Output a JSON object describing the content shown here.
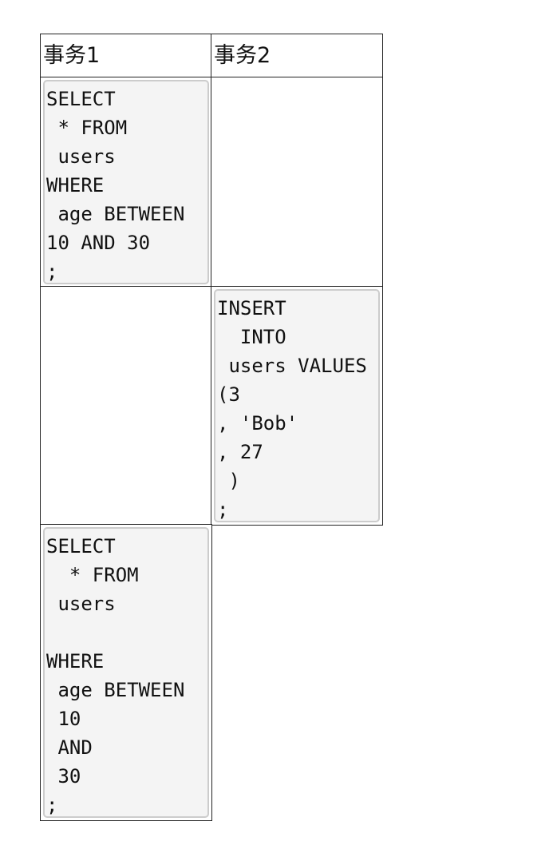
{
  "table": {
    "headers": [
      "事务1",
      "事务2"
    ],
    "rows": [
      {
        "tx1_sql": "SELECT\n * FROM\n users\nWHERE\n age BETWEEN\n10 AND 30\n;",
        "tx2_sql": ""
      },
      {
        "tx1_sql": "",
        "tx2_sql": "INSERT\n  INTO\n users VALUES\n(3\n, 'Bob'\n, 27\n )\n;"
      },
      {
        "tx1_sql": "SELECT\n  * FROM\n users\n\nWHERE\n age BETWEEN\n 10\n AND\n 30\n;",
        "tx2_sql": null
      }
    ]
  }
}
